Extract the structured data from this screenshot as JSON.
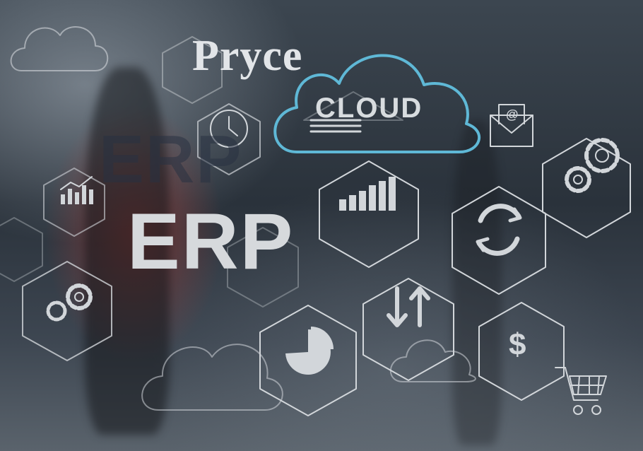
{
  "brand": {
    "name": "Pryce",
    "tagline": "CLOUD"
  },
  "headline": {
    "text": "ERP",
    "ghost_text": "ERP"
  },
  "icons": [
    "cloud-icon",
    "clock-icon",
    "bar-chart-icon",
    "gears-icon",
    "equalizer-chart-icon",
    "email-icon",
    "refresh-icon",
    "transfer-arrows-icon",
    "pie-chart-icon",
    "dollar-icon",
    "shopping-cart-icon"
  ],
  "colors": {
    "icon_stroke": "#d2d6da",
    "cloud_outline": "#5fb8d6",
    "text_light": "#d6d9dc",
    "accent_red": "#be3c32"
  }
}
